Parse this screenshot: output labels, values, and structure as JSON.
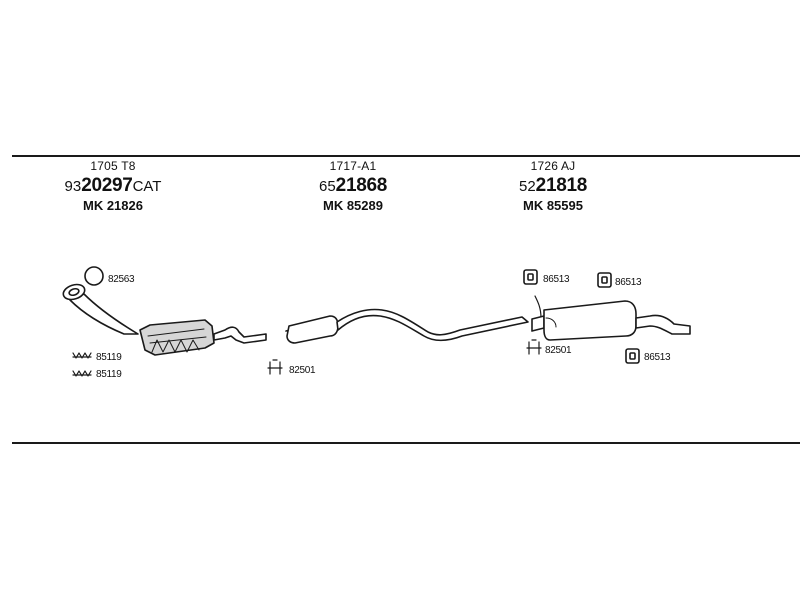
{
  "sections": [
    {
      "code": "1705 T8",
      "prefix": "93",
      "number": "20297",
      "suffix": "CAT",
      "mk": "MK  21826"
    },
    {
      "code": "1717-A1",
      "prefix": "65",
      "number": "21868",
      "suffix": "",
      "mk": "MK  85289"
    },
    {
      "code": "1726 AJ",
      "prefix": "52",
      "number": "21818",
      "suffix": "",
      "mk": "MK  85595"
    }
  ],
  "labels": {
    "ring_gasket": "82563",
    "bolt_1": "85119",
    "bolt_2": "85119",
    "clamp_front": "82501",
    "clamp_rear": "82501",
    "hanger_1": "86513",
    "hanger_2": "86513",
    "hanger_3": "86513"
  }
}
